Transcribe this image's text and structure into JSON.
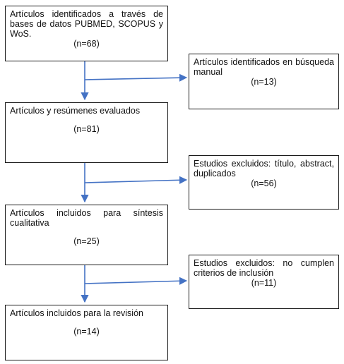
{
  "left_boxes": [
    {
      "text": "Artículos identificados a través de bases de datos PUBMED, SCOPUS y WoS.",
      "count": "(n=68)"
    },
    {
      "text": "Artículos y resúmenes evaluados",
      "count": "(n=81)"
    },
    {
      "text": "Artículos incluidos para síntesis cualitativa",
      "count": "(n=25)"
    },
    {
      "text": "Artículos incluidos para la revisión",
      "count": "(n=14)"
    }
  ],
  "right_boxes": [
    {
      "text": "Artículos identificados en búsqueda manual",
      "count": "(n=13)"
    },
    {
      "text": "Estudios excluidos: título, abstract, duplicados",
      "count": "(n=56)"
    },
    {
      "text": "Estudios excluidos: no cumplen criterios de inclusión",
      "count": "(n=11)"
    }
  ],
  "colors": {
    "arrow": "#4472c4",
    "border": "#1a1a1a"
  }
}
